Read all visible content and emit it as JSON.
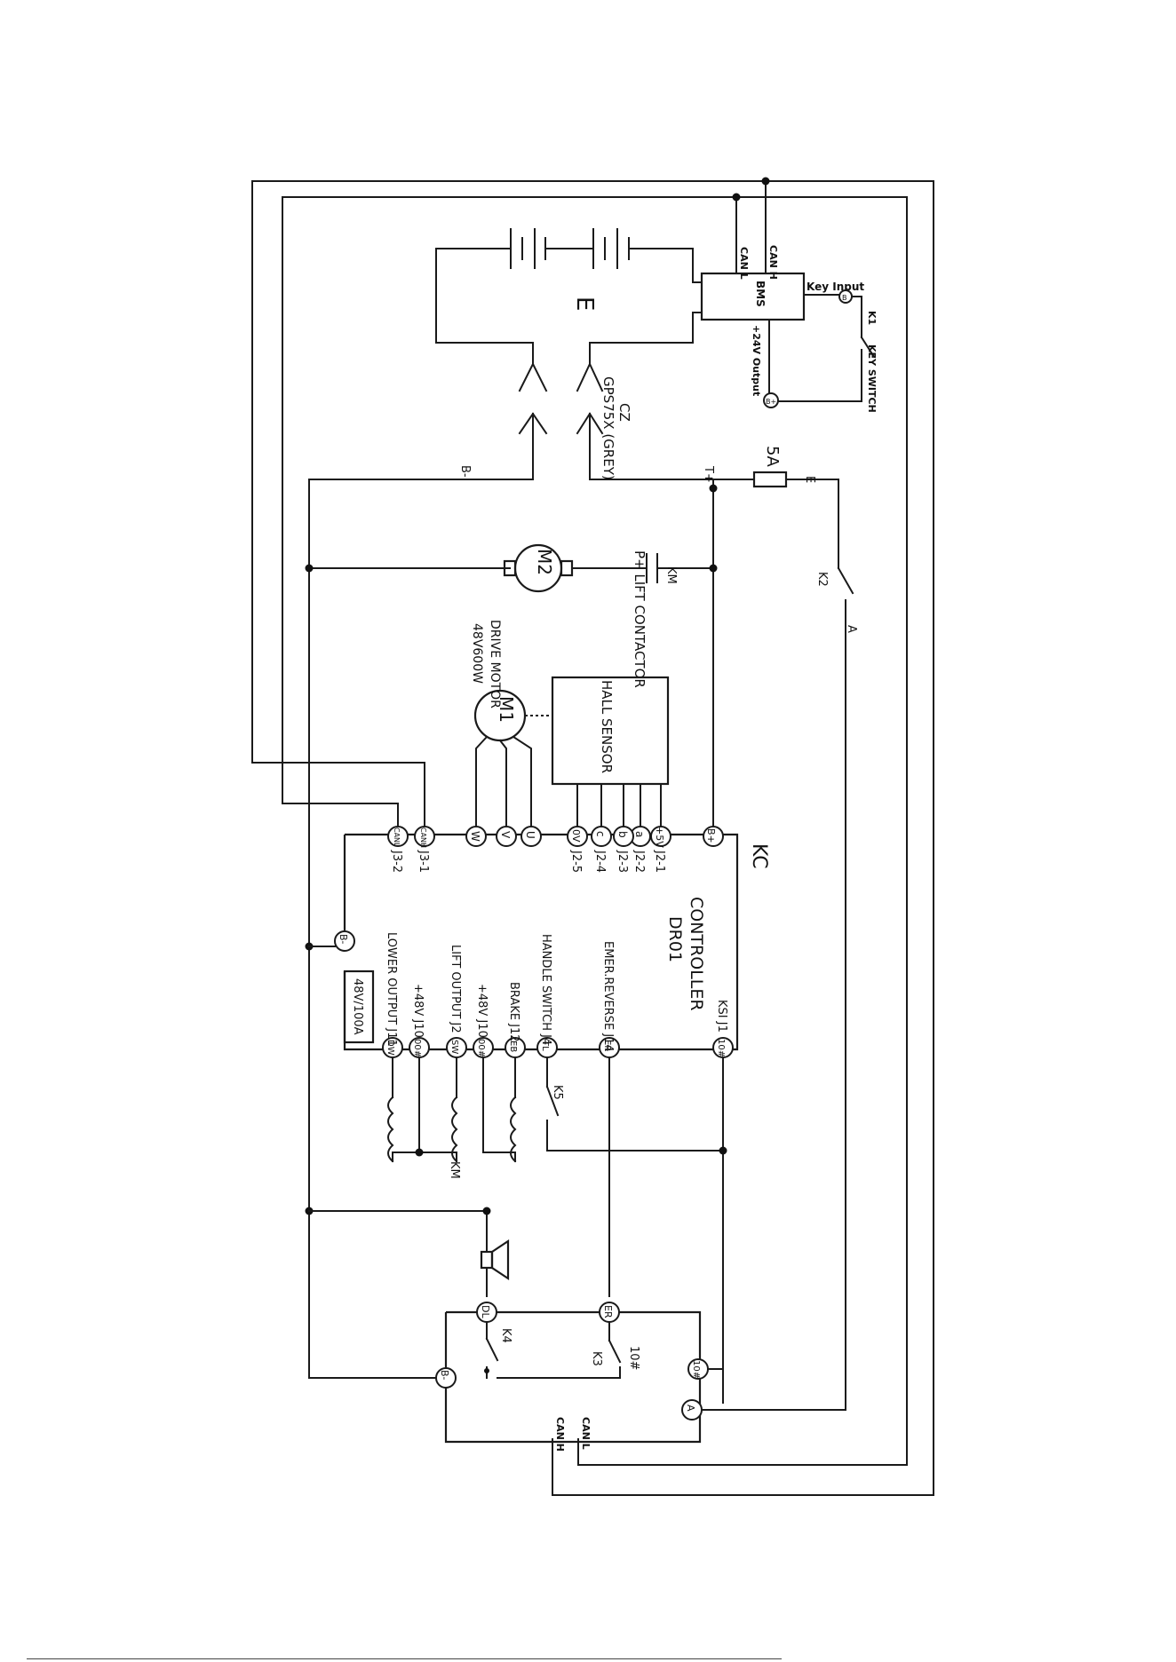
{
  "battery": {
    "label": "E"
  },
  "bms": {
    "label": "BMS",
    "can_l": "CAN L",
    "can_h": "CAN H",
    "key_input": "Key Input",
    "output_24v": "+24V Output",
    "key_input_term": "B",
    "output_term": "B+"
  },
  "key_switch": {
    "k1": "K1",
    "label": "KEY SWITCH"
  },
  "connector": {
    "name": "CZ",
    "type": "GPS75X (GREY)"
  },
  "fuse": {
    "value": "5A",
    "node_e": "E"
  },
  "nodes": {
    "b_minus": "B-",
    "t_plus": "T+"
  },
  "switch_k2": {
    "label": "K2",
    "node_a": "A"
  },
  "lift_contactor": {
    "code": "KM",
    "label": "P+ LIFT CONTACTOR"
  },
  "lift_motor": {
    "label": "M2"
  },
  "drive_motor": {
    "label": "M1",
    "title": "DRIVE MOTOR",
    "rating": "48V600W"
  },
  "hall_sensor": {
    "label": "HALL SENSOR"
  },
  "controller": {
    "code": "KC",
    "title": "CONTROLLER",
    "model": "DR01",
    "top_terminals": [
      {
        "term": "B+",
        "label": ""
      },
      {
        "term": "+5V",
        "label": "J2-1"
      },
      {
        "term": "a",
        "label": "J2-2"
      },
      {
        "term": "b",
        "label": "J2-3"
      },
      {
        "term": "c",
        "label": "J2-4"
      },
      {
        "term": "0V",
        "label": "J2-5"
      },
      {
        "term": "U",
        "label": ""
      },
      {
        "term": "V",
        "label": ""
      },
      {
        "term": "W",
        "label": ""
      },
      {
        "term": "CANH",
        "label": "J3-1"
      },
      {
        "term": "CANL",
        "label": "J3-2"
      }
    ],
    "bottom_terminals": [
      {
        "term": "10#",
        "label": "KSI J1"
      },
      {
        "term": "ER",
        "label": "EMER.REVERSE J14"
      },
      {
        "term": "TL",
        "label": "HANDLE SWITCH J4"
      },
      {
        "term": "EB",
        "label": "BRAKE J12"
      },
      {
        "term": "00#",
        "label": "+48V J10"
      },
      {
        "term": "SW",
        "label": "LIFT OUTPUT J2"
      },
      {
        "term": "00#",
        "label": "+48V J10"
      },
      {
        "term": "DW",
        "label": "LOWER OUTPUT J11"
      }
    ],
    "b_minus": "B-",
    "fuse_rating": "48V/100A"
  },
  "k5": {
    "label": "K5"
  },
  "coils": {
    "km_label": "KM"
  },
  "panel": {
    "dl": "DL",
    "er": "ER",
    "k4": "K4",
    "k3": "K3",
    "ten": "10#",
    "term_10": "10#",
    "term_a": "A",
    "term_bminus": "B-",
    "can_l": "CAN L",
    "can_h": "CAN H"
  }
}
